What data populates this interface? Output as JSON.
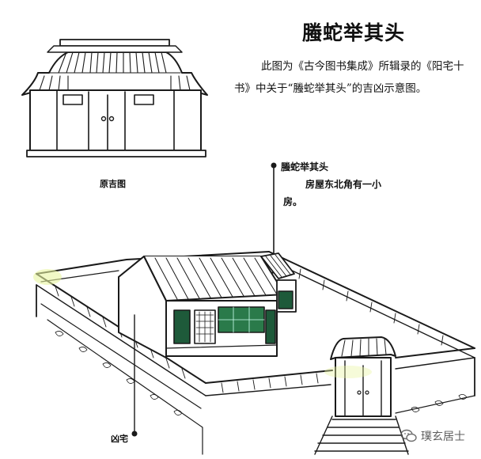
{
  "title": "螣蛇举其头",
  "description": "此图为《古今图书集成》所辑录的《阳宅十书》中关于“螣蛇举其头”的吉凶示意图。",
  "captions": {
    "original": "原吉图",
    "callout_title": "螣蛇举其头",
    "callout_note": "房屋东北角有一小房。",
    "ominous": "凶宅"
  },
  "watermark": {
    "text": "璞玄居士",
    "icon": "wechat-icon"
  }
}
